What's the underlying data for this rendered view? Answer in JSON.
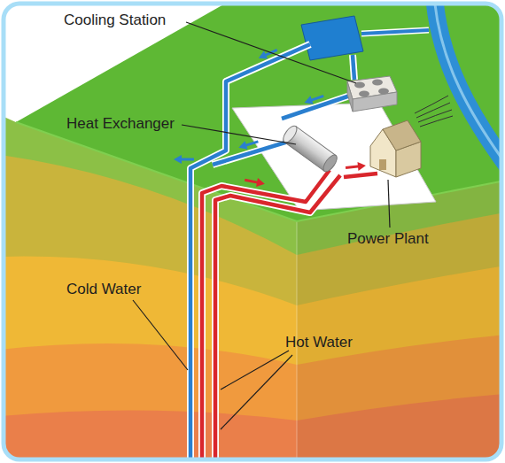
{
  "diagram": {
    "labels": [
      "Cooling Station",
      "Heat Exchanger",
      "Power Plant",
      "Cold Water",
      "Hot Water"
    ]
  }
}
